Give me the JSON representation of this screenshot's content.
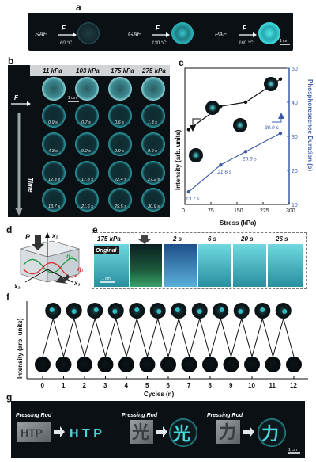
{
  "panel_labels": {
    "a": "a",
    "b": "b",
    "c": "c",
    "d": "d",
    "e": "e",
    "f": "f",
    "g": "g"
  },
  "panel_a": {
    "items": [
      {
        "name": "SAE",
        "force": "F",
        "temp": "60 °C"
      },
      {
        "name": "GAE",
        "force": "F",
        "temp": "130 °C"
      },
      {
        "name": "PAE",
        "force": "F",
        "temp": "160 °C"
      }
    ],
    "scale": "1 cm"
  },
  "panel_b": {
    "pressures": [
      "11 kPa",
      "103 kPa",
      "175 kPa",
      "275 kPa"
    ],
    "force": "F",
    "scale": "1 cm",
    "time_label": "Time",
    "rows": [
      [
        "0.9 s",
        "0.7 s",
        "0.6 s",
        "1.3 s"
      ],
      [
        "4.3 s",
        "9.2 s",
        "9.9 s",
        "9.9 s"
      ],
      [
        "12.3 s",
        "17.8 s",
        "22.4 s",
        "27.2 s"
      ],
      [
        "13.7 s",
        "21.6 s",
        "25.5 s",
        "30.9 s"
      ]
    ]
  },
  "chart_data": {
    "type": "line",
    "xlabel": "Stress (kPa)",
    "ylabel_left": "Intensity (arb. units)",
    "ylabel_right": "Phosphorescence Duration (s)",
    "x_ticks": [
      "0",
      "75",
      "150",
      "225",
      "300"
    ],
    "y_right_ticks": [
      "10",
      "20",
      "30",
      "40",
      "50"
    ],
    "xlim": [
      0,
      300
    ],
    "ylim_right": [
      10,
      50
    ],
    "series": [
      {
        "x": [
          11,
          103,
          175,
          275
        ],
        "values": [
          0.55,
          0.72,
          0.75,
          0.92
        ],
        "color": "#111111"
      },
      {
        "x": [
          11,
          103,
          175,
          275
        ],
        "values": [
          13.7,
          21.6,
          25.5,
          30.9
        ],
        "color": "#3a5aa8",
        "labels": [
          "13.7 s",
          "21.6 s",
          "25.5 s",
          "30.9 s"
        ]
      }
    ]
  },
  "panel_d": {
    "P": "P",
    "x1": "x₁",
    "x2": "x₂",
    "x3": "x₃",
    "eta1": "η₁",
    "eta2": "η₂"
  },
  "panel_e": {
    "labels": [
      "175 kPa",
      "2 s",
      "6 s",
      "20 s",
      "26 s"
    ],
    "original": "Original",
    "scale": "1 cm"
  },
  "panel_f": {
    "ylabel": "Intensity (arb. units)",
    "xlabel": "Cycles (n)",
    "ticks": [
      "0",
      "1",
      "2",
      "3",
      "4",
      "5",
      "6",
      "7",
      "8",
      "9",
      "10",
      "11",
      "12"
    ]
  },
  "panel_g": {
    "pressing": [
      "Pressing Rod",
      "Pressing Rod",
      "Pressing Rod"
    ],
    "stamp1": "HTP",
    "text1": "H T P",
    "glyph2": "光",
    "glyph3": "力",
    "scale": "1 cm"
  },
  "colors": {
    "glow": "#2fd3d6",
    "dark": "#0a1014",
    "line_blue": "#3a5aa8"
  }
}
